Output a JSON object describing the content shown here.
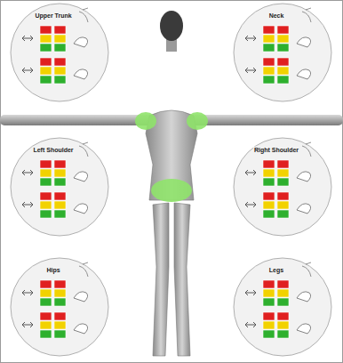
{
  "diagram": {
    "nodes": [
      {
        "text": [
          "Upper Trunk"
        ]
      },
      {
        "text": [
          "Neck"
        ]
      },
      {
        "text": [
          "Left Shoulder"
        ]
      },
      {
        "text": [
          "Right Shoulder"
        ]
      },
      {
        "text": [
          "Hips"
        ]
      },
      {
        "text": [
          "Legs"
        ]
      }
    ]
  }
}
